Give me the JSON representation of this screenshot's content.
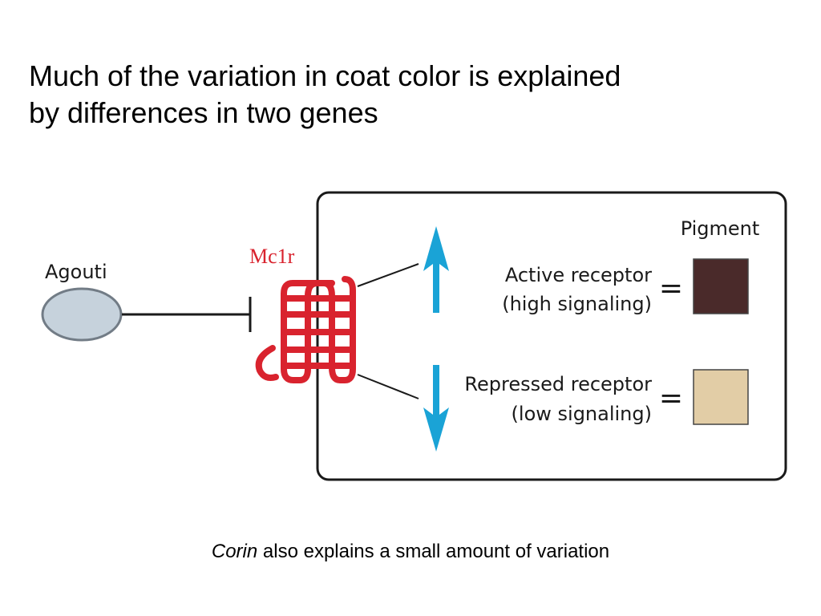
{
  "slide": {
    "title_line1": "Much of the variation in coat color is explained",
    "title_line2": "by differences in two genes",
    "caption_italic": "Corin",
    "caption_rest": " also explains a small amount of variation"
  },
  "diagram": {
    "ligand_label": "Agouti",
    "receptor_label": "Mc1r",
    "pigment_header": "Pigment",
    "states": [
      {
        "line1": "Active receptor",
        "line2": "(high signaling)",
        "direction": "up",
        "equals": "=",
        "pigment_color": "#4a2a2a"
      },
      {
        "line1": "Repressed receptor",
        "line2": "(low signaling)",
        "direction": "down",
        "equals": "=",
        "pigment_color": "#e2cda6"
      }
    ],
    "colors": {
      "receptor": "#d9232e",
      "arrow": "#1aa3d6",
      "ligand_fill": "#c6d2dc",
      "ligand_stroke": "#727c86"
    }
  }
}
